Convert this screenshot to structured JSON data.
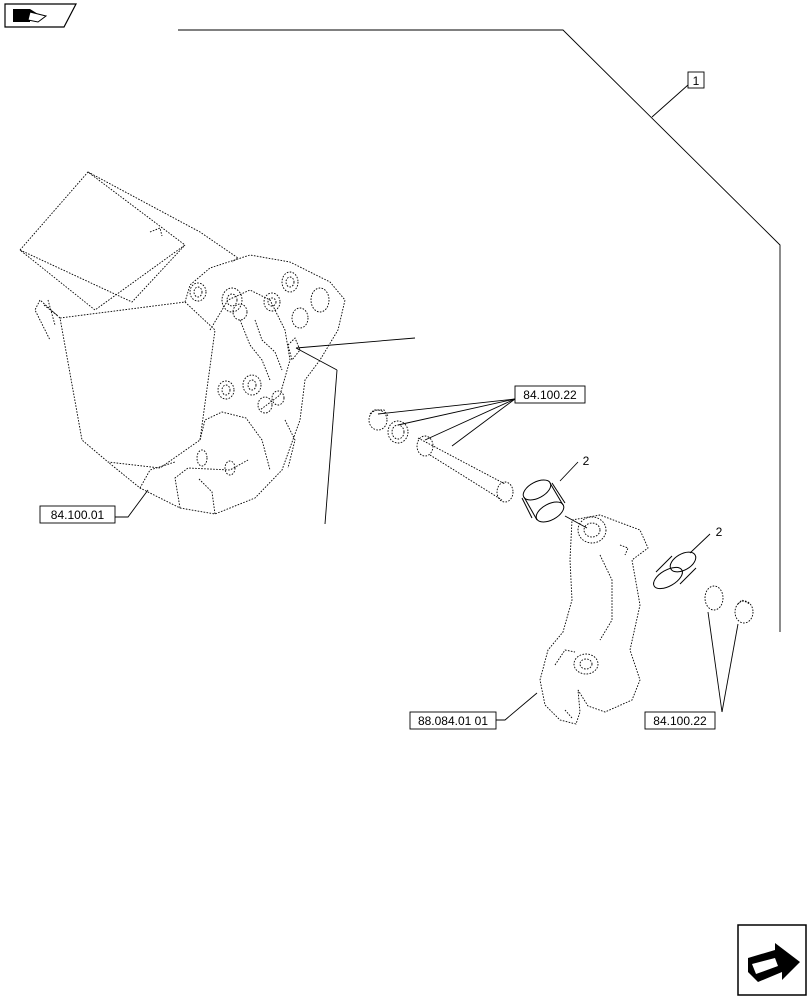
{
  "callouts": {
    "ref_bucket": "84.100.01",
    "ref_pin_top": "84.100.22",
    "ref_link": "88.084.01 01",
    "ref_pin_bottom": "84.100.22"
  },
  "items": {
    "group": "1",
    "bushing_left": "2",
    "bushing_right": "2"
  },
  "icons": {
    "top_left": "page-back-icon",
    "bottom_right": "page-forward-icon"
  }
}
